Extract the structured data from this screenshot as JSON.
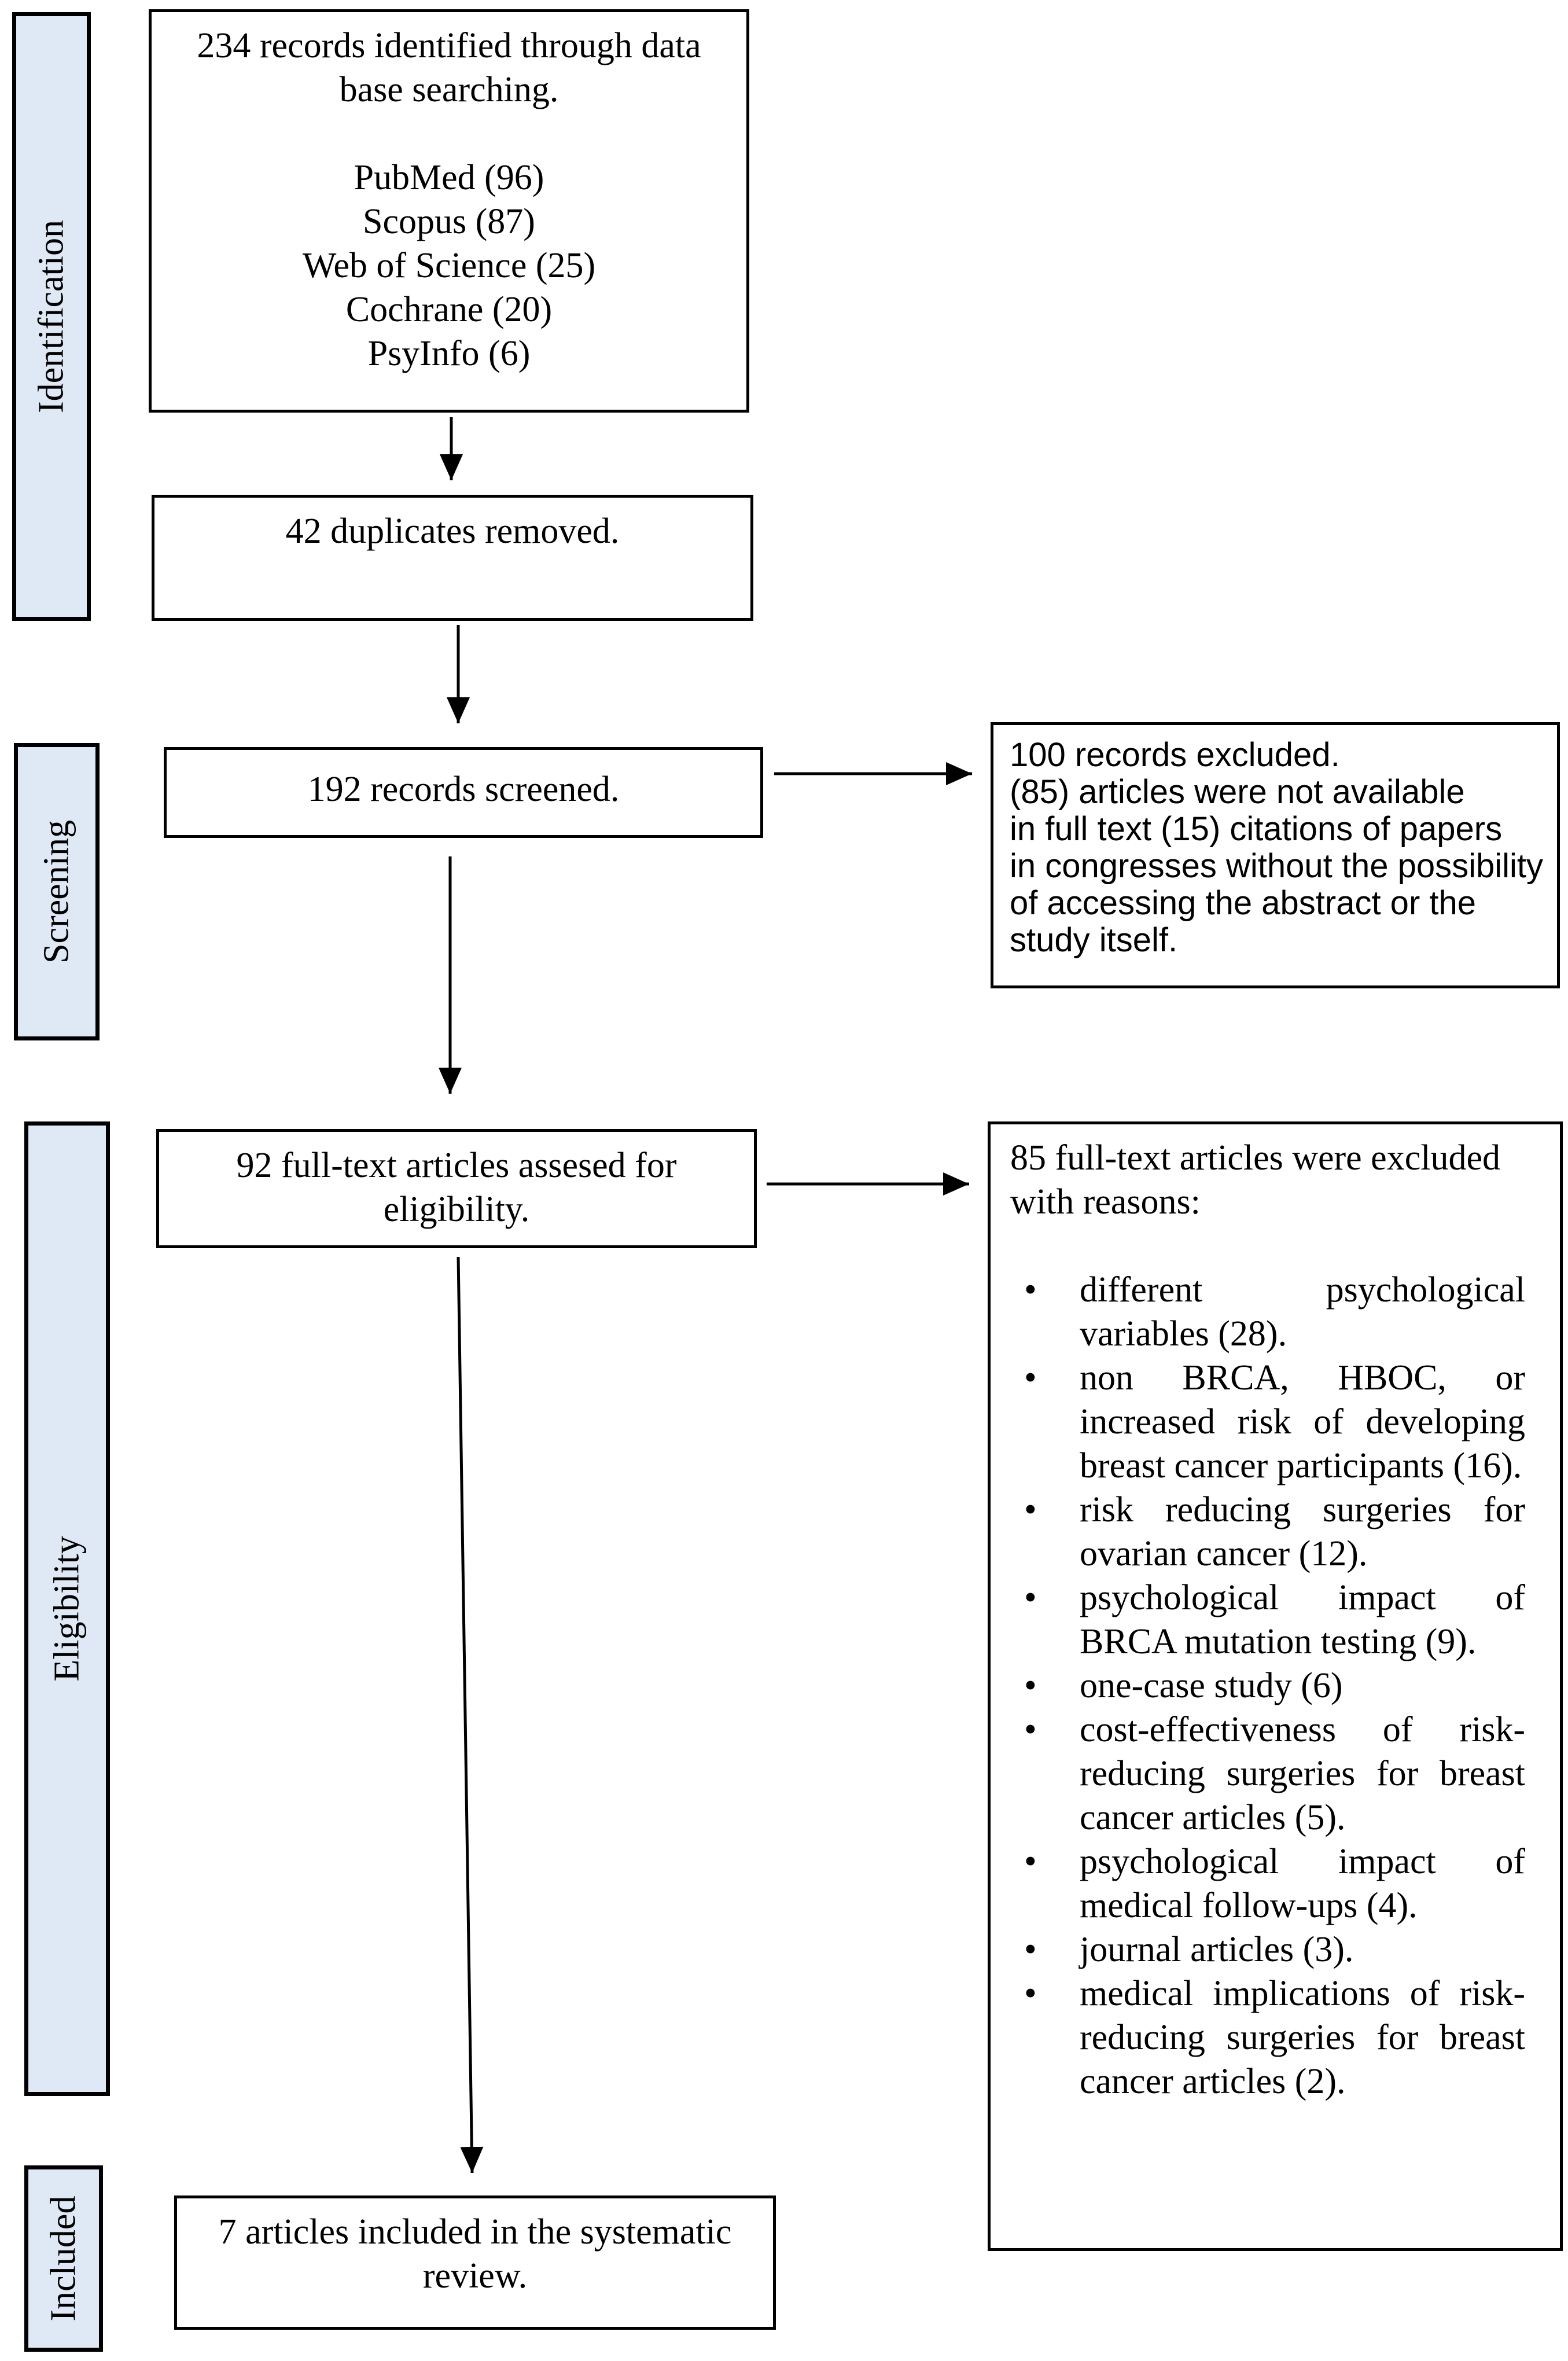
{
  "stages": {
    "identification": "Identification",
    "screening": "Screening",
    "eligibility": "Eligibility",
    "included": "Included"
  },
  "identified": {
    "lines": [
      "234 records identified through data",
      "base searching."
    ],
    "sources": [
      "PubMed (96)",
      "Scopus (87)",
      "Web of Science (25)",
      "Cochrane (20)",
      "PsyInfo (6)"
    ]
  },
  "duplicates": "42 duplicates removed.",
  "screened": "192 records screened.",
  "screen_excluded": {
    "lines": [
      "100 records excluded.",
      "(85) articles were not available",
      "in full text (15) citations of papers",
      "in congresses without the possibility",
      "of accessing the abstract or the",
      "study itself."
    ]
  },
  "assessed": [
    "92 full-text articles assesed for",
    "eligibility."
  ],
  "full_text_excluded": {
    "title": "85 full-text articles were excluded with reasons:",
    "bullet": "•",
    "reasons": [
      "different psychological variables (28).",
      "non BRCA, HBOC, or increased risk of developing breast cancer participants (16).",
      "risk reducing surgeries for ovarian cancer (12).",
      "psychological impact of BRCA mutation testing (9).",
      "one-case study (6)",
      "cost-effectiveness of risk-reducing surgeries for breast cancer articles (5).",
      "psychological impact of medical follow-ups (4).",
      "journal articles (3).",
      "medical implications of risk-reducing surgeries for breast cancer articles (2)."
    ]
  },
  "included": [
    "7 articles included in the systematic",
    "review."
  ]
}
